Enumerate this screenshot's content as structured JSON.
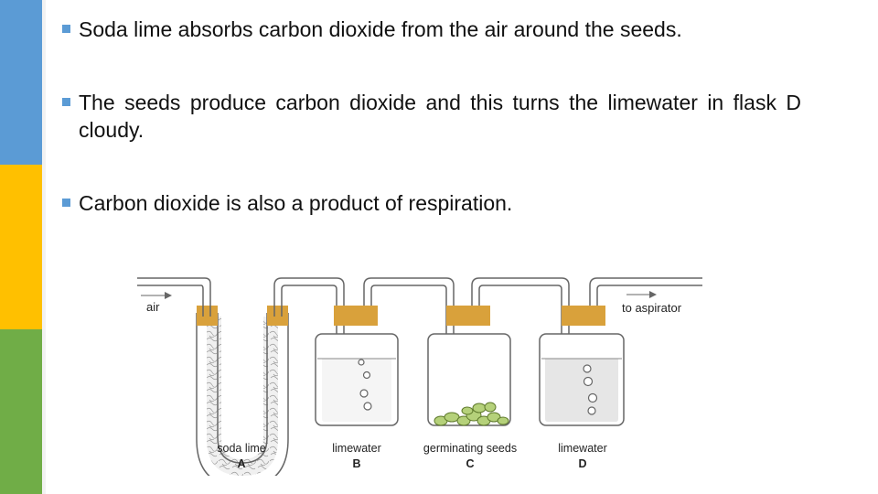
{
  "colors": {
    "accent_blue": "#5b9bd5",
    "accent_yellow": "#ffc000",
    "accent_green": "#70ad47",
    "stopper": "#d9a13b"
  },
  "bullets": [
    {
      "text": "Soda lime absorbs carbon dioxide from the air around the seeds."
    },
    {
      "text": "The seeds produce carbon dioxide and this turns the limewater in flask D cloudy."
    },
    {
      "text": "Carbon dioxide is also a product of respiration."
    }
  ],
  "diagram": {
    "inlet_label": "air",
    "outlet_label": "to aspirator",
    "vessels": [
      {
        "content": "soda lime",
        "letter": "A"
      },
      {
        "content": "limewater",
        "letter": "B"
      },
      {
        "content": "germinating seeds",
        "letter": "C"
      },
      {
        "content": "limewater",
        "letter": "D"
      }
    ]
  }
}
